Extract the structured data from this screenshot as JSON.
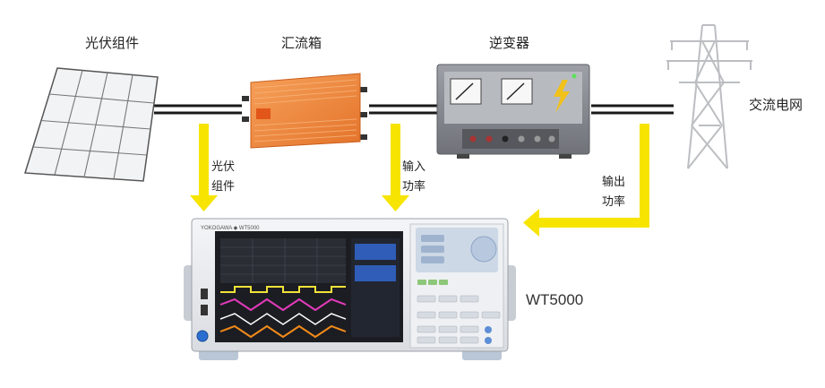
{
  "labels": {
    "pv_module": "光伏组件",
    "combiner_box": "汇流箱",
    "inverter": "逆变器",
    "ac_grid": "交流电网",
    "pv_module_arrow": [
      "光伏",
      "组件"
    ],
    "input_power": [
      "输入",
      "功率"
    ],
    "output_power": [
      "输出",
      "功率"
    ],
    "instrument_model": "WT5000",
    "instrument_brand": "YOKOGAWA ◆ WT5000"
  },
  "colors": {
    "arrow": "#f7e400",
    "combiner_orange": "#f0883a",
    "inverter_gray": "#8a8d93",
    "screen_dark": "#1b1d22"
  }
}
